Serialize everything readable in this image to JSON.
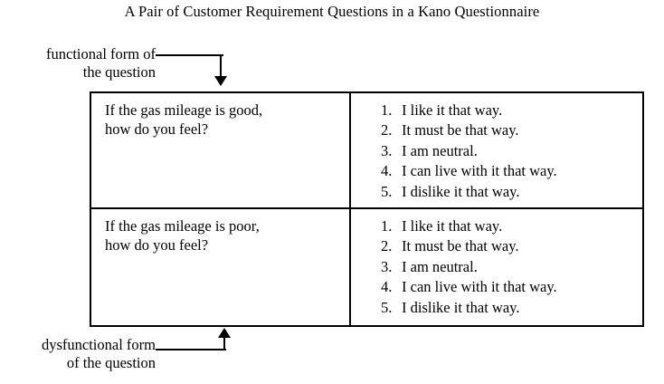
{
  "figure": {
    "title": "A Pair of Customer Requirement Questions in a Kano Questionnaire"
  },
  "callouts": {
    "functional": {
      "line1": "functional form of",
      "line2": "the question",
      "arrow_icon": "arrow-down-icon"
    },
    "dysfunctional": {
      "line1": "dysfunctional form",
      "line2": "of the question",
      "arrow_icon": "arrow-up-icon"
    }
  },
  "table": {
    "rows": [
      {
        "question_line1": "If the gas mileage is good,",
        "question_line2": "how do you feel?",
        "answers": [
          {
            "num": "1.",
            "text": "I like it that way."
          },
          {
            "num": "2.",
            "text": "It must be that way."
          },
          {
            "num": "3.",
            "text": "I am neutral."
          },
          {
            "num": "4.",
            "text": "I can live with it that way."
          },
          {
            "num": "5.",
            "text": "I dislike it that way."
          }
        ]
      },
      {
        "question_line1": "If the gas mileage is poor,",
        "question_line2": "how do you feel?",
        "answers": [
          {
            "num": "1.",
            "text": "I like it that way."
          },
          {
            "num": "2.",
            "text": "It must be that way."
          },
          {
            "num": "3.",
            "text": "I am neutral."
          },
          {
            "num": "4.",
            "text": "I can live with it that way."
          },
          {
            "num": "5.",
            "text": "I dislike it that way."
          }
        ]
      }
    ]
  },
  "colors": {
    "ink": "#000000",
    "paper": "#ffffff"
  }
}
